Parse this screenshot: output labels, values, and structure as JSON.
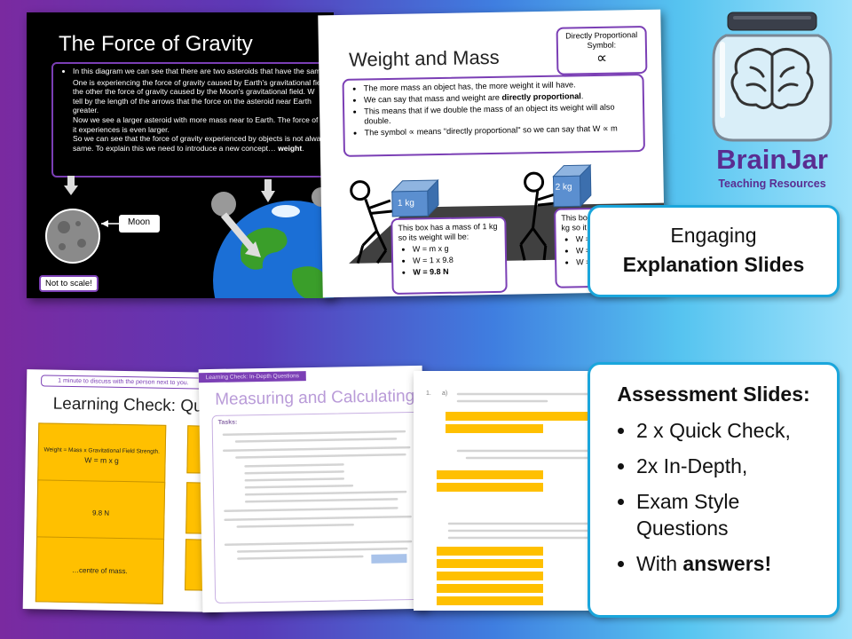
{
  "gravity_slide": {
    "title": "The Force of Gravity",
    "bullets": [
      "In this diagram we can see that there are two asteroids that have the sam",
      "One is experiencing the force of gravity caused by Earth's gravitational fie",
      "the other the force of gravity caused by the Moon's gravitational field. W",
      "tell by the length of the arrows that the force on the asteroid near Earth",
      "greater.",
      "Now we see a larger asteroid with more mass near to Earth. The force of",
      "it experiences is even larger.",
      "So we can see that the force of gravity experienced by objects is not alwa",
      "same. To explain this we need to introduce a new concept…"
    ],
    "emphasis": "weight",
    "moon_label": "Moon",
    "scale_note": "Not to scale!"
  },
  "weight_slide": {
    "title": "Weight and Mass",
    "symbol_box_line1": "Directly Proportional",
    "symbol_box_line2": "Symbol:",
    "symbol": "∝",
    "bullet1": "The more mass an object has, the more weight it will have.",
    "bullet2_pre": "We can say that mass and weight are ",
    "bullet2_bold": "directly proportional",
    "bullet3": "This means that if we double the mass of an object its weight will also double.",
    "bullet4": "The symbol ∝ means \"directly proportional\" so we can say that W ∝ m",
    "box1_label": "1 kg",
    "box2_label": "2 kg",
    "callout1_text": "This box has a mass of 1 kg so its weight will be:",
    "callout1_items": [
      "W = m x g",
      "W = 1  x 9.8",
      "W = 9.8 N"
    ],
    "callout2_text_a": "This bo",
    "callout2_text_b": "kg so it",
    "callout2_items": [
      "W =",
      "W =",
      "W ="
    ]
  },
  "brand": {
    "name": "BrainJar",
    "subtitle": "Teaching Resources"
  },
  "explanation_callout": {
    "line1": "Engaging",
    "line2": "Explanation Slides"
  },
  "assessment_callout": {
    "title": "Assessment Slides:",
    "items": [
      "2 x Quick Check,",
      "2x In-Depth,",
      "Exam Style Questions"
    ],
    "last_pre": "With ",
    "last_bold": "answers!"
  },
  "quick_check_slide": {
    "banner": "1 minute to discuss with the person next to you.",
    "title": "Learning Check: Qui",
    "card1_line1": "Weight = Mass x Gravitational Field Strength.",
    "card1_line2": "W = m x g",
    "card2": "9.8 N",
    "card3": "…centre of mass."
  },
  "indepth_slide": {
    "banner": "Learning Check: In-Depth Questions",
    "title": "Measuring and Calculating",
    "tasks_label": "Tasks:"
  },
  "answers_slide": {
    "col_number": "1.",
    "col_letter": "a)"
  }
}
